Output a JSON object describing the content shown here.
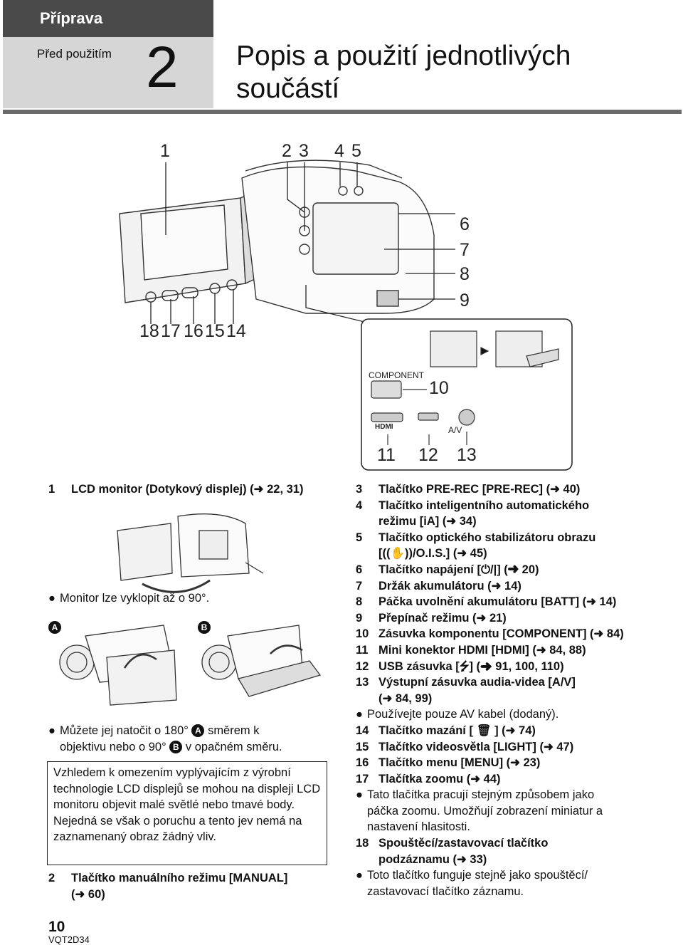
{
  "header": {
    "section": "Příprava",
    "subsection": "Před použitím",
    "chapter_number": "2",
    "title_line1": "Popis a použití jednotlivých",
    "title_line2": "součástí"
  },
  "callouts": {
    "c1": "1",
    "c2": "2",
    "c3": "3",
    "c4": "4",
    "c5": "5",
    "c6": "6",
    "c7": "7",
    "c8": "8",
    "c9": "9",
    "c10": "10",
    "c11": "11",
    "c12": "12",
    "c13": "13",
    "c14": "14",
    "c15": "15",
    "c16": "16",
    "c17": "17",
    "c18": "18"
  },
  "inset_labels": {
    "component": "COMPONENT",
    "hdmi": "HDMI",
    "av": "A/V"
  },
  "figure_markers": {
    "a": "A",
    "b": "B"
  },
  "left_column": {
    "item1_num": "1",
    "item1": "LCD monitor (Dotykový displej) (➜ 22, 31)",
    "bullet_tilt": "Monitor lze vyklopit až o 90°.",
    "bullet_rotate_1": "Můžete jej natočit o 180°",
    "bullet_rotate_2": "směrem k",
    "bullet_rotate_3": "objektivu nebo o 90°",
    "bullet_rotate_4": "v opačném směru.",
    "notice_1": "Vzhledem k omezením vyplývajícím z výrobní technologie LCD displejů se mohou na displeji LCD monitoru objevit malé světlé nebo tmavé body.",
    "notice_2": "Nejedná se však o poruchu a tento jev nemá na zaznamenaný obraz žádný vliv.",
    "item2_num": "2",
    "item2_line1": "Tlačítko manuálního režimu [MANUAL]",
    "item2_line2": "(➜ 60)"
  },
  "right_column": [
    {
      "num": "3",
      "lines": [
        "Tlačítko PRE-REC [PRE-REC] (➜ 40)"
      ]
    },
    {
      "num": "4",
      "lines": [
        "Tlačítko inteligentního automatického",
        "režimu [iA] (➜ 34)"
      ]
    },
    {
      "num": "5",
      "lines": [
        "Tlačítko optického stabilizátoru obrazu",
        "[((✋))/O.I.S.] (➜ 45)"
      ]
    },
    {
      "num": "6",
      "lines": [
        "Tlačítko napájení [⏻/|] (➜ 20)"
      ]
    },
    {
      "num": "7",
      "lines": [
        "Držák akumulátoru (➜ 14)"
      ]
    },
    {
      "num": "8",
      "lines": [
        "Páčka uvolnění akumulátoru [BATT] (➜ 14)"
      ]
    },
    {
      "num": "9",
      "lines": [
        "Přepínač režimu (➜ 21)"
      ]
    },
    {
      "num": "10",
      "lines": [
        "Zásuvka komponentu [COMPONENT] (➜ 84)"
      ]
    },
    {
      "num": "11",
      "lines": [
        "Mini konektor HDMI [HDMI] (➜ 84, 88)"
      ]
    },
    {
      "num": "12",
      "lines": [
        "USB zásuvka [⭍] (➜ 91, 100, 110)"
      ]
    },
    {
      "num": "13",
      "lines": [
        "Výstupní zásuvka audia-videa [A/V]",
        "(➜ 84, 99)"
      ]
    }
  ],
  "right_bullet_av": "Používejte pouze AV kabel (dodaný).",
  "right_column_2": [
    {
      "num": "14",
      "lines": [
        "Tlačítko mazání [ 🗑 ] (➜ 74)"
      ]
    },
    {
      "num": "15",
      "lines": [
        "Tlačítko videosvětla [LIGHT] (➜ 47)"
      ]
    },
    {
      "num": "16",
      "lines": [
        "Tlačítko menu [MENU] (➜ 23)"
      ]
    },
    {
      "num": "17",
      "lines": [
        "Tlačítka zoomu (➜ 44)"
      ]
    }
  ],
  "right_bullet_zoom": [
    "Tato tlačítka pracují stejným způsobem jako",
    "páčka zoomu. Umožňují zobrazení miniatur a",
    "nastavení hlasitosti."
  ],
  "item18": {
    "num": "18",
    "lines": [
      "Spouštěcí/zastavovací tlačítko",
      "podzáznamu (➜ 33)"
    ]
  },
  "right_bullet_rec": [
    "Toto tlačítko funguje stejně jako spouštěcí/",
    "zastavovací tlačítko záznamu."
  ],
  "footer": {
    "page_number": "10",
    "doc_code": "VQT2D34"
  }
}
